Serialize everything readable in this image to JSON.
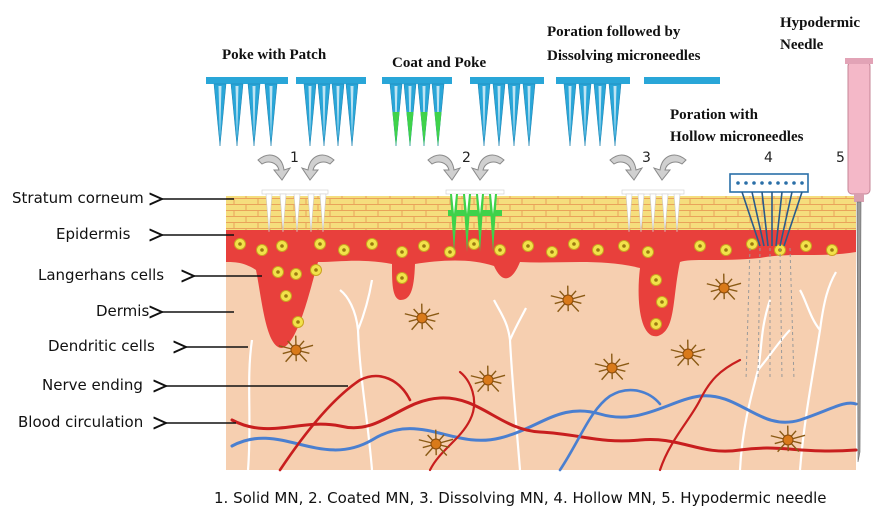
{
  "methods": [
    {
      "title": "Poke with Patch"
    },
    {
      "title": "Coat and Poke"
    },
    {
      "title": "Poration followed by\nDissolving microneedles"
    },
    {
      "title": "Poration with\nHollow microneedles"
    },
    {
      "title": "Hypodermic\nNeedle"
    }
  ],
  "numbers": [
    "1",
    "2",
    "3",
    "4",
    "5"
  ],
  "layers": [
    "Stratum corneum",
    "Epidermis",
    "Langerhans cells",
    "Dermis",
    "Dendritic cells",
    "Nerve ending",
    "Blood circulation"
  ],
  "caption": "1. Solid MN, 2. Coated MN, 3. Dissolving MN, 4. Hollow MN, 5. Hypodermic needle",
  "colors": {
    "needle_blue": "#29a6d8",
    "coating_green": "#3fd24a",
    "epidermis_red": "#e8403c",
    "dermis_skin": "#f6cfb0",
    "stratum_yellow": "#f5de7d",
    "blood_red": "#c81e1e",
    "vein_blue": "#4a7fd0",
    "syringe_pink": "#f4b8c8"
  }
}
